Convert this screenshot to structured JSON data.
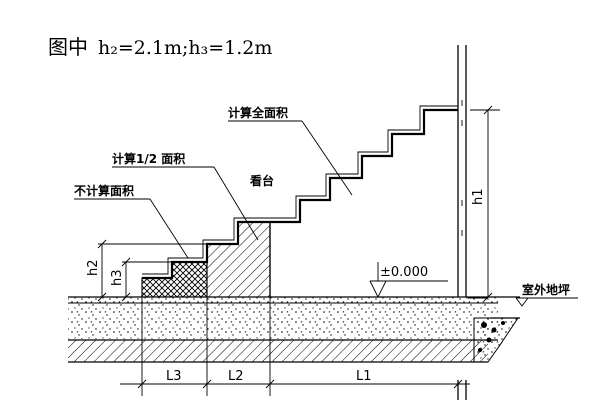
{
  "title": {
    "prefix": "图中",
    "formula": "h₂=2.1m;h₃=1.2m"
  },
  "labels": {
    "full_area": "计算全面积",
    "half_area": "计算1/2 面积",
    "no_area": "不计算面积",
    "stand": "看台",
    "elevation": "±0.000",
    "outdoor_ground": "室外地坪"
  },
  "dimensions": {
    "h1": "h1",
    "h2": "h2",
    "h3": "h3",
    "L1": "L1",
    "L2": "L2",
    "L3": "L3"
  }
}
